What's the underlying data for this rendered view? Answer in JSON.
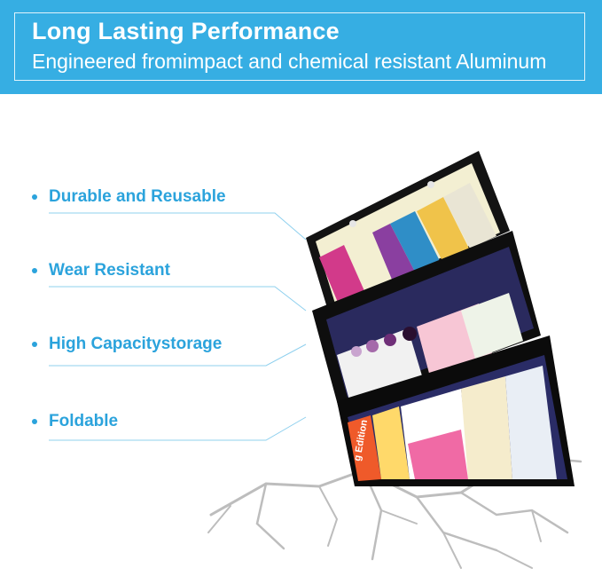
{
  "banner": {
    "title": "Long Lasting Performance",
    "subtitle": "Engineered fromimpact and chemical resistant Aluminum"
  },
  "features": [
    "Durable and Reusable",
    "Wear Resistant",
    "High Capacitystorage",
    "Foldable"
  ],
  "product": {
    "card_label": "g Edition"
  },
  "colors": {
    "banner": "#36aee3",
    "feature_text": "#2ba3dc",
    "clipboard": "#111111",
    "crack": "#bdbdbd"
  }
}
